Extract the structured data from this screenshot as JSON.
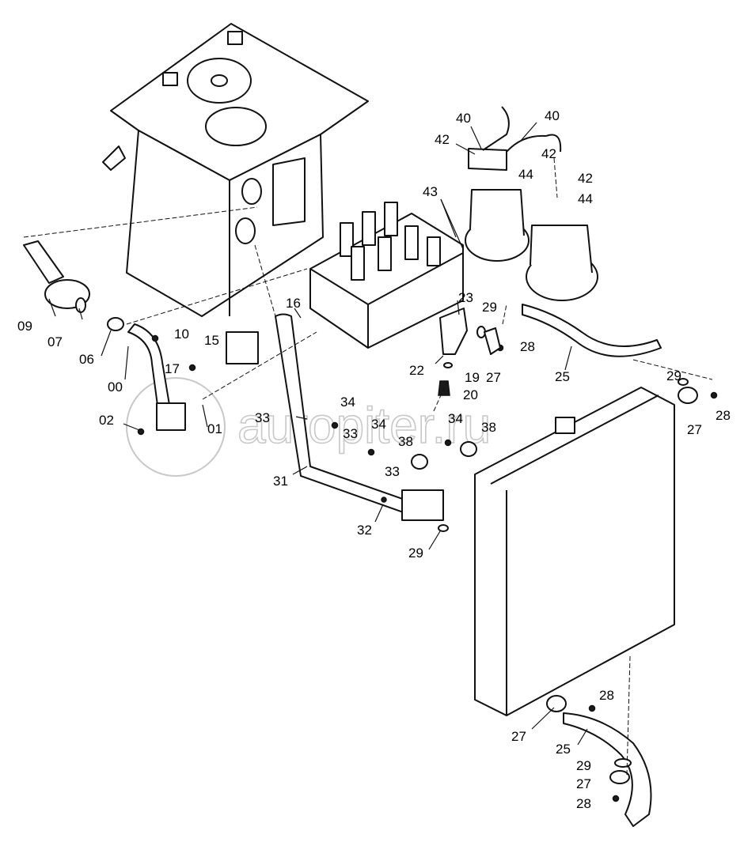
{
  "watermark": "autopiter.ru",
  "callouts": [
    {
      "id": "c40a",
      "text": "40"
    },
    {
      "id": "c40b",
      "text": "40"
    },
    {
      "id": "c42a",
      "text": "42"
    },
    {
      "id": "c42b",
      "text": "42"
    },
    {
      "id": "c42c",
      "text": "42"
    },
    {
      "id": "c44a",
      "text": "44"
    },
    {
      "id": "c44b",
      "text": "44"
    },
    {
      "id": "c43",
      "text": "43"
    },
    {
      "id": "c16",
      "text": "16"
    },
    {
      "id": "c23",
      "text": "23"
    },
    {
      "id": "c29a",
      "text": "29"
    },
    {
      "id": "c28a",
      "text": "28"
    },
    {
      "id": "c22",
      "text": "22"
    },
    {
      "id": "c27a",
      "text": "27"
    },
    {
      "id": "c25a",
      "text": "25"
    },
    {
      "id": "c19",
      "text": "19"
    },
    {
      "id": "c20",
      "text": "20"
    },
    {
      "id": "c29b",
      "text": "29"
    },
    {
      "id": "c27b",
      "text": "27"
    },
    {
      "id": "c28b",
      "text": "28"
    },
    {
      "id": "c09",
      "text": "09"
    },
    {
      "id": "c07",
      "text": "07"
    },
    {
      "id": "c06",
      "text": "06"
    },
    {
      "id": "c10",
      "text": "10"
    },
    {
      "id": "c15",
      "text": "15"
    },
    {
      "id": "c00",
      "text": "00"
    },
    {
      "id": "c17",
      "text": "17"
    },
    {
      "id": "c02",
      "text": "02"
    },
    {
      "id": "c01",
      "text": "01"
    },
    {
      "id": "c33a",
      "text": "33"
    },
    {
      "id": "c34a",
      "text": "34"
    },
    {
      "id": "c33b",
      "text": "33"
    },
    {
      "id": "c34b",
      "text": "34"
    },
    {
      "id": "c34c",
      "text": "34"
    },
    {
      "id": "c38a",
      "text": "38"
    },
    {
      "id": "c38b",
      "text": "38"
    },
    {
      "id": "c31",
      "text": "31"
    },
    {
      "id": "c33c",
      "text": "33"
    },
    {
      "id": "c32",
      "text": "32"
    },
    {
      "id": "c29c",
      "text": "29"
    },
    {
      "id": "c28c",
      "text": "28"
    },
    {
      "id": "c27c",
      "text": "27"
    },
    {
      "id": "c25b",
      "text": "25"
    },
    {
      "id": "c29d",
      "text": "29"
    },
    {
      "id": "c27d",
      "text": "27"
    },
    {
      "id": "c28d",
      "text": "28"
    }
  ]
}
